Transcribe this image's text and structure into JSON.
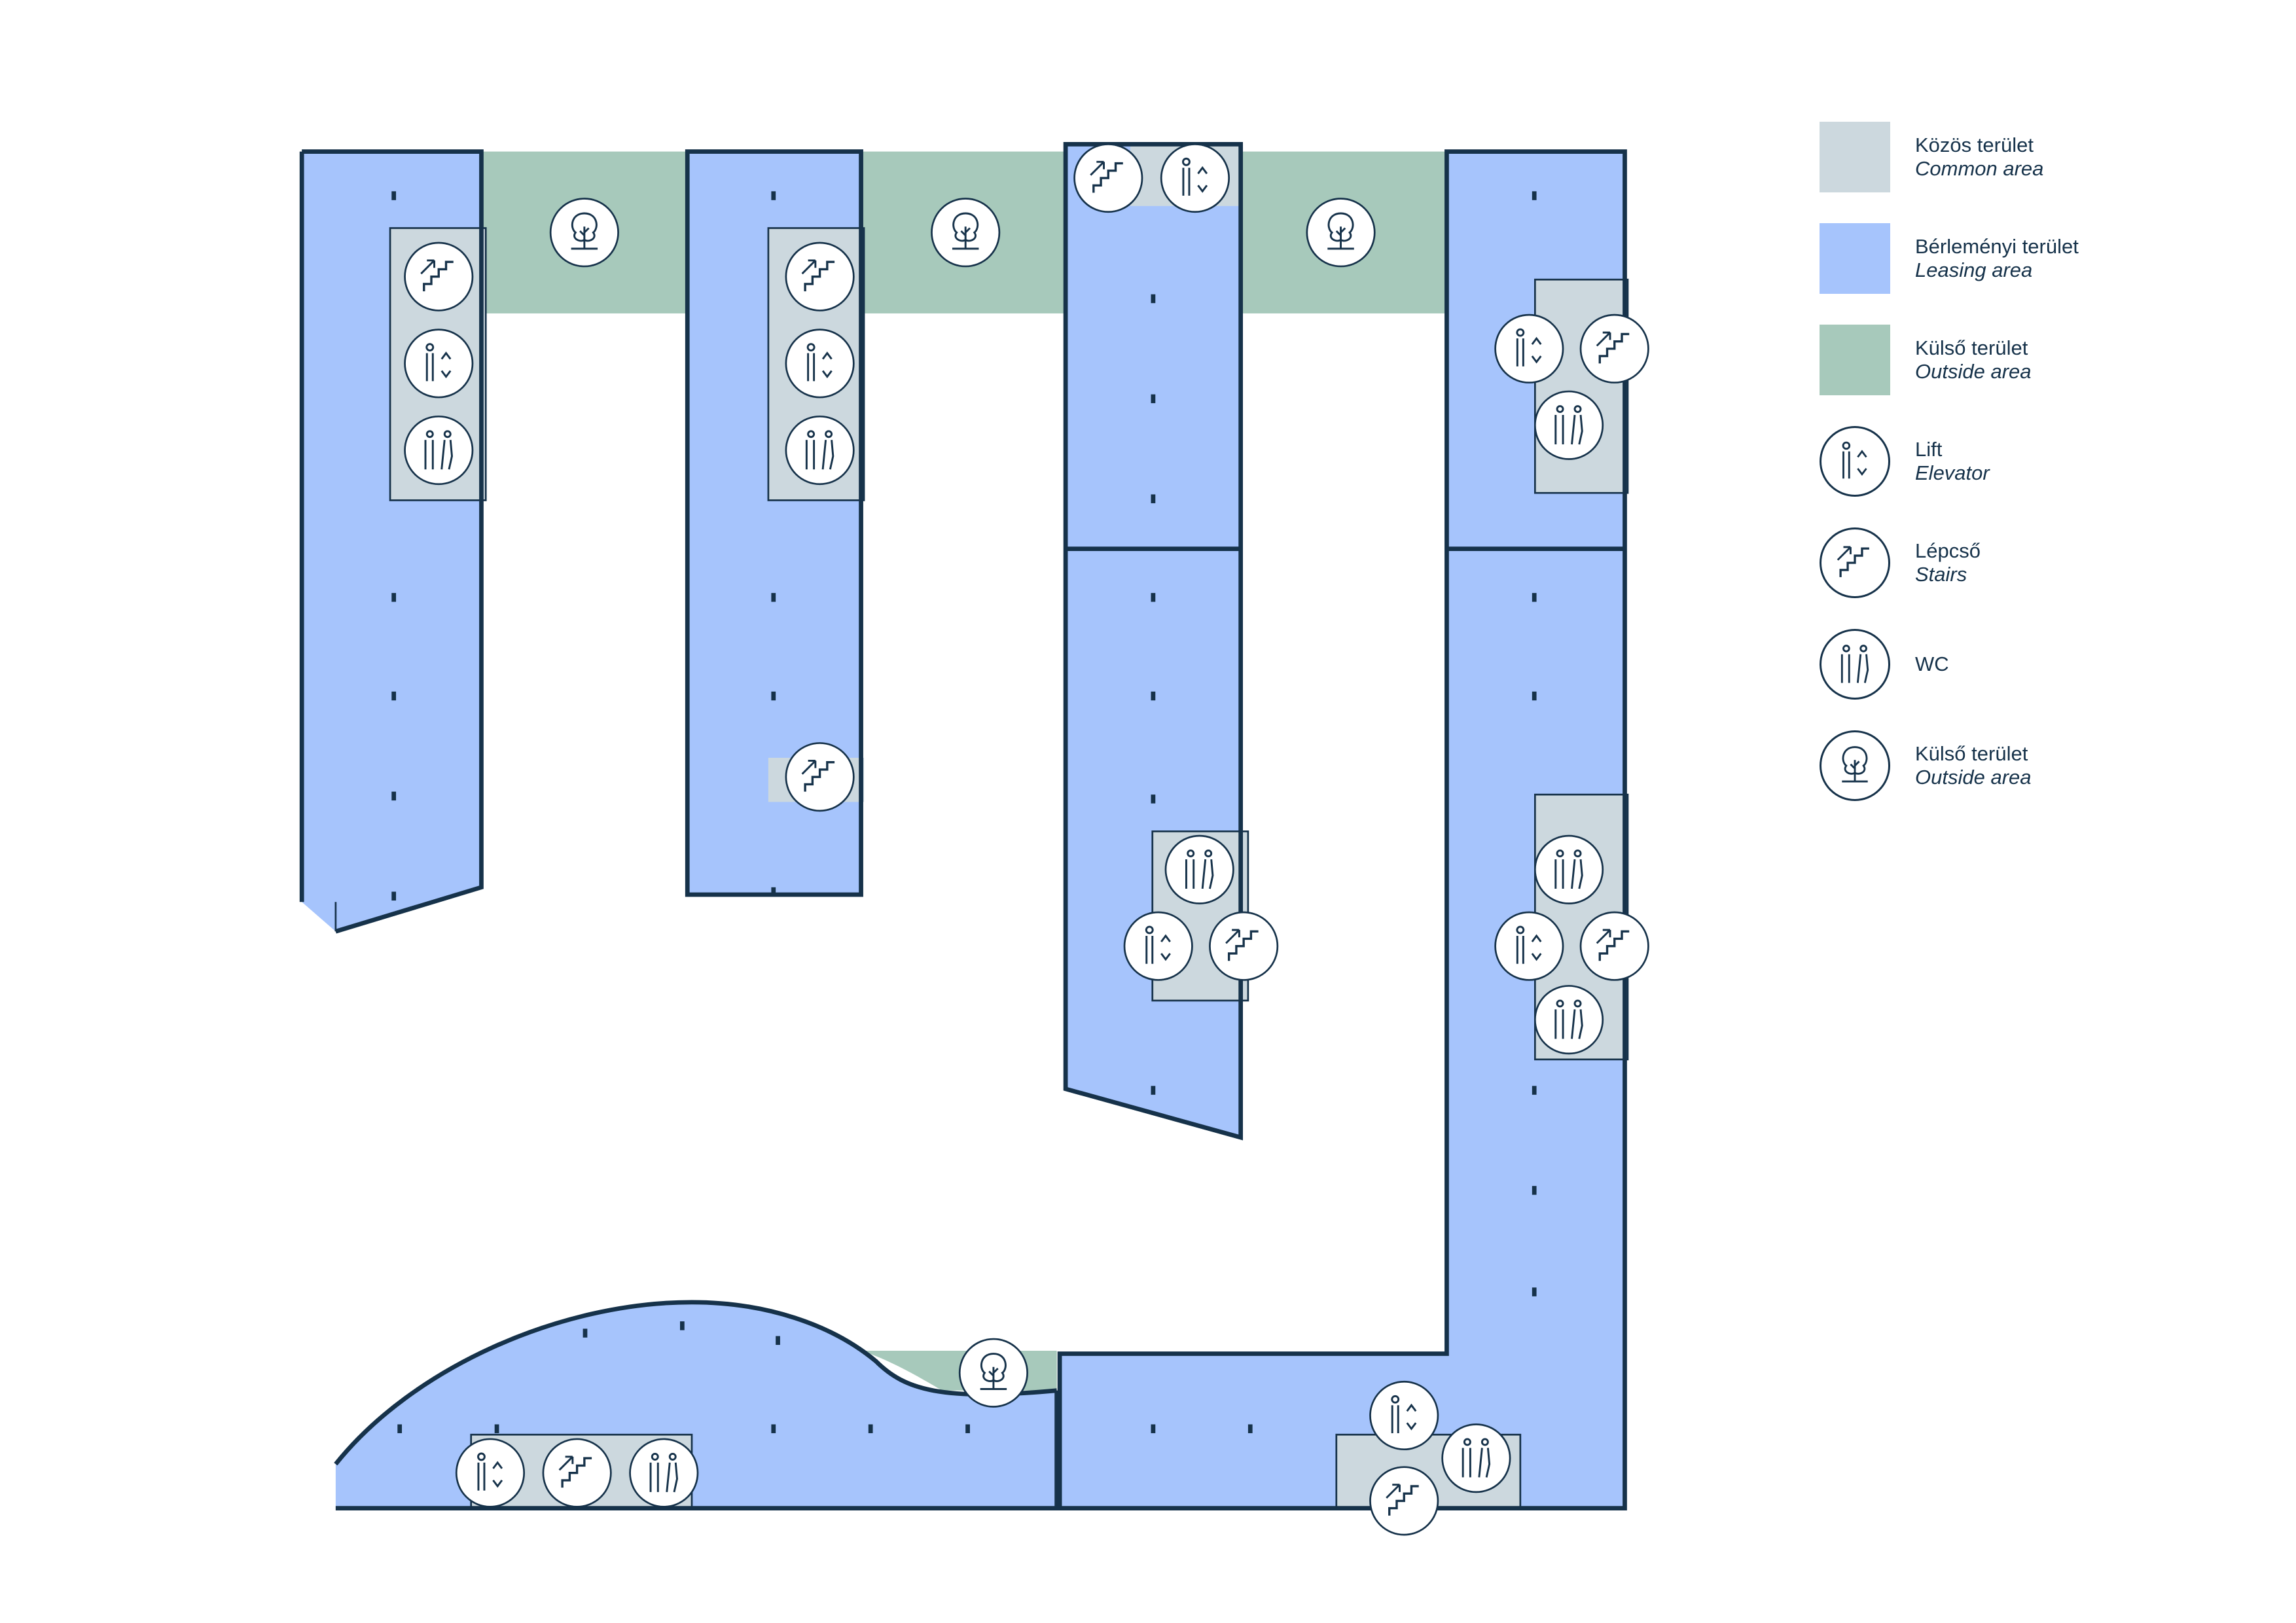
{
  "colors": {
    "common": "#ccd8de",
    "leasing": "#a6c4fc",
    "outside": "#a7c9bb",
    "wall": "#16324a",
    "icon_bg": "#ffffff"
  },
  "legend": [
    {
      "hu": "Közös terület",
      "en": "Common area",
      "kind": "swatch",
      "color": "#ccd8de"
    },
    {
      "hu": "Bérleményi terület",
      "en": "Leasing area",
      "kind": "swatch",
      "color": "#a6c4fc"
    },
    {
      "hu": "Külső terület",
      "en": "Outside area",
      "kind": "swatch",
      "color": "#a7c9bb"
    },
    {
      "hu": "Lift",
      "en": "Elevator",
      "kind": "icon",
      "icon": "elevator-icon"
    },
    {
      "hu": "Lépcső",
      "en": "Stairs",
      "kind": "icon",
      "icon": "stairs-icon"
    },
    {
      "hu": "WC",
      "en": "",
      "kind": "icon",
      "icon": "wc-icon"
    },
    {
      "hu": "Külső terület",
      "en": "Outside area",
      "kind": "icon",
      "icon": "tree-icon"
    }
  ]
}
